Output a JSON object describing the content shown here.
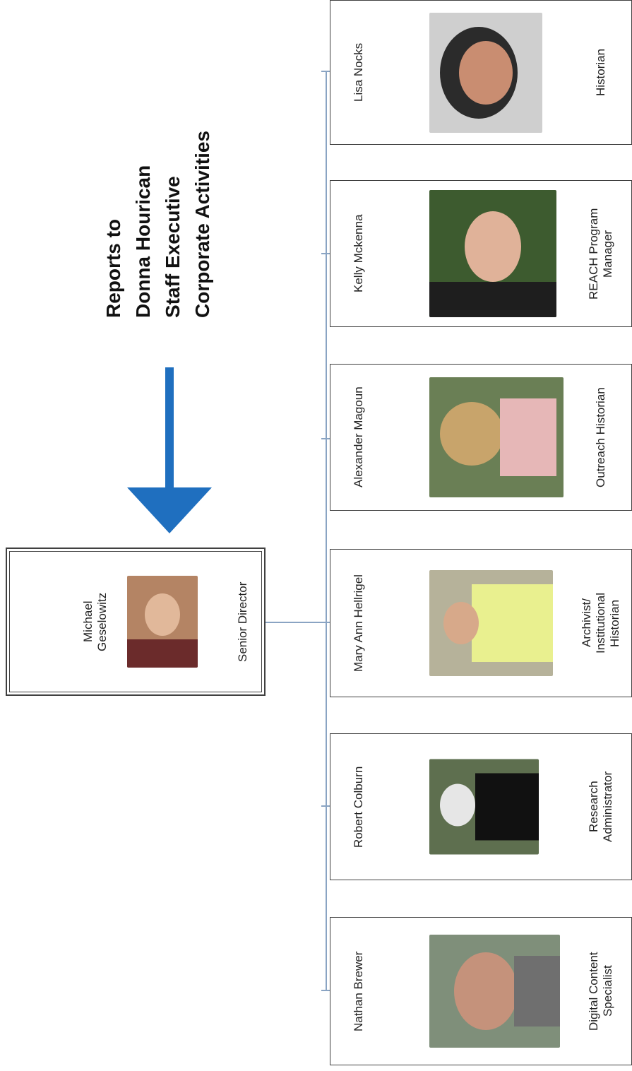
{
  "header_note": {
    "lines": [
      "Reports to",
      "Donna Hourican",
      "Staff Executive",
      "Corporate Activities"
    ]
  },
  "top_card": {
    "name": "Michael\nGeselowitz",
    "title": "Senior Director",
    "photo_icon": "portrait-photo"
  },
  "staff": [
    {
      "name": "Lisa Nocks",
      "title": "Historian"
    },
    {
      "name": "Kelly Mckenna",
      "title": "REACH Program\nManager"
    },
    {
      "name": "Alexander Magoun",
      "title": "Outreach Historian"
    },
    {
      "name": "Mary Ann Hellrigel",
      "title": "Archivist/\nInstitutional\nHistorian"
    },
    {
      "name": "Robert Colburn",
      "title": "Research\nAdministrator"
    },
    {
      "name": "Nathan Brewer",
      "title": "Digital Content\nSpecialist"
    }
  ],
  "colors": {
    "arrow": "#1f6fbf",
    "connector": "#8aa4c3",
    "border": "#404040"
  }
}
